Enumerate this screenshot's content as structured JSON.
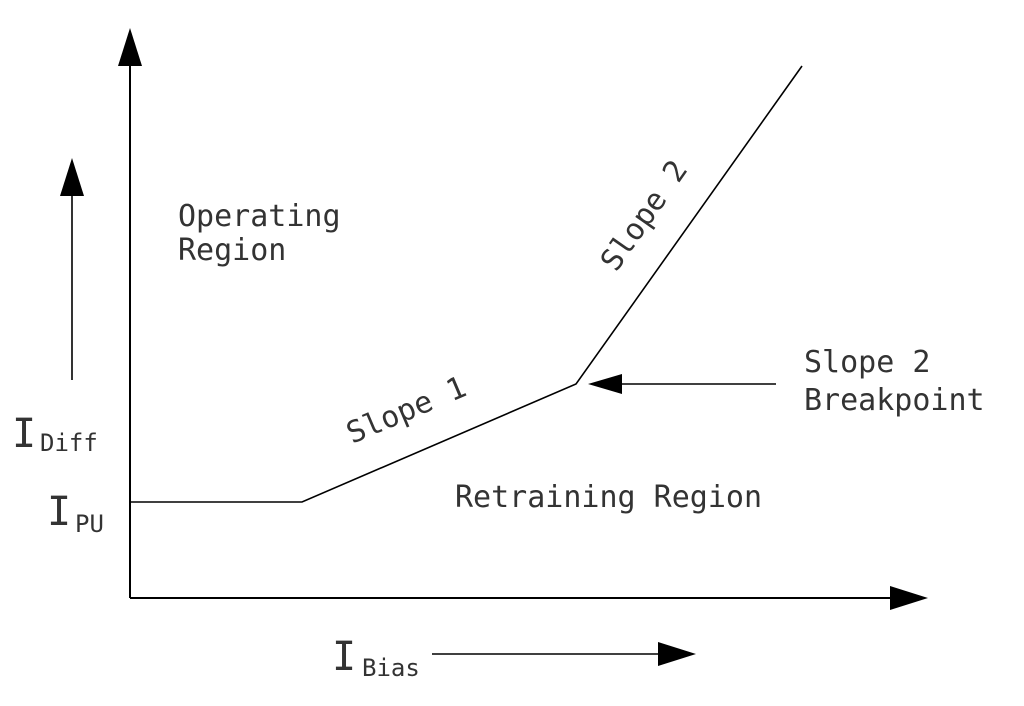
{
  "diagram": {
    "labels": {
      "operating_region_line1": "Operating",
      "operating_region_line2": "Region",
      "retraining_region": "Retraining Region",
      "slope1": "Slope 1",
      "slope2": "Slope 2",
      "breakpoint_line1": "Slope 2",
      "breakpoint_line2": "Breakpoint",
      "i_diff_main": "I",
      "i_diff_sub": "Diff",
      "i_pu_main": "I",
      "i_pu_sub": "PU",
      "i_bias_main": "I",
      "i_bias_sub": "Bias"
    },
    "colors": {
      "line": "#000000",
      "text": "#333333",
      "background": "#ffffff"
    }
  }
}
